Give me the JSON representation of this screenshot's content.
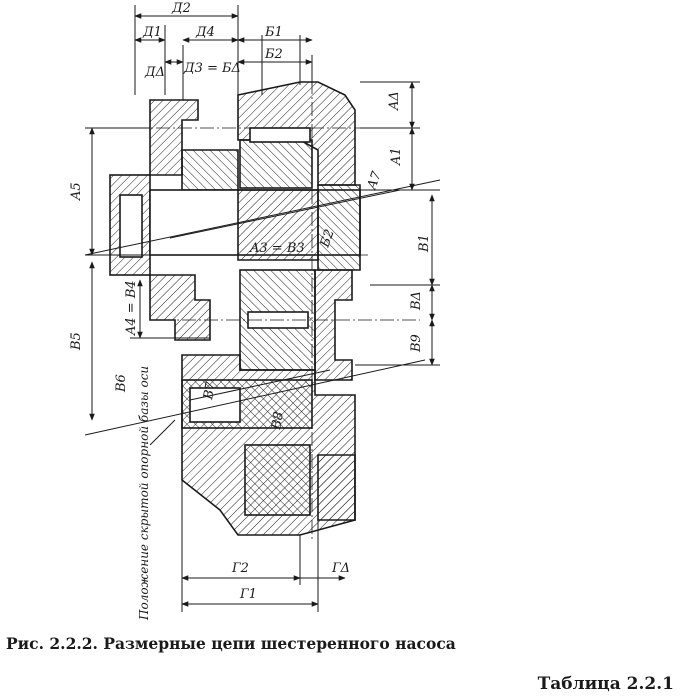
{
  "figure": {
    "caption": "Рис. 2.2.2. Размерные цепи шестеренного насоса",
    "table_label": "Таблица 2.2.1",
    "colors": {
      "ink": "#1a1a1a",
      "background": "#ffffff"
    },
    "labels": {
      "d2": "Д2",
      "d1": "Д1",
      "d4": "Д4",
      "b1": "Б1",
      "b2": "Б2",
      "dd": "ДΔ",
      "d3b": "Д3 = БΔ",
      "ad": "AΔ",
      "a1": "A1",
      "a7": "A7",
      "as": "A5",
      "a3b3": "A3 = B3",
      "b2v": "Б2",
      "v1": "B1",
      "vd": "BΔ",
      "v9": "B9",
      "vs": "B5",
      "v6": "B6",
      "a4b4": "A4 = B4",
      "v7": "B7",
      "v8": "B8",
      "g2": "Г2",
      "gd": "ГΔ",
      "g1": "Г1",
      "note": "Положение скрытой опорной базы оси"
    }
  }
}
